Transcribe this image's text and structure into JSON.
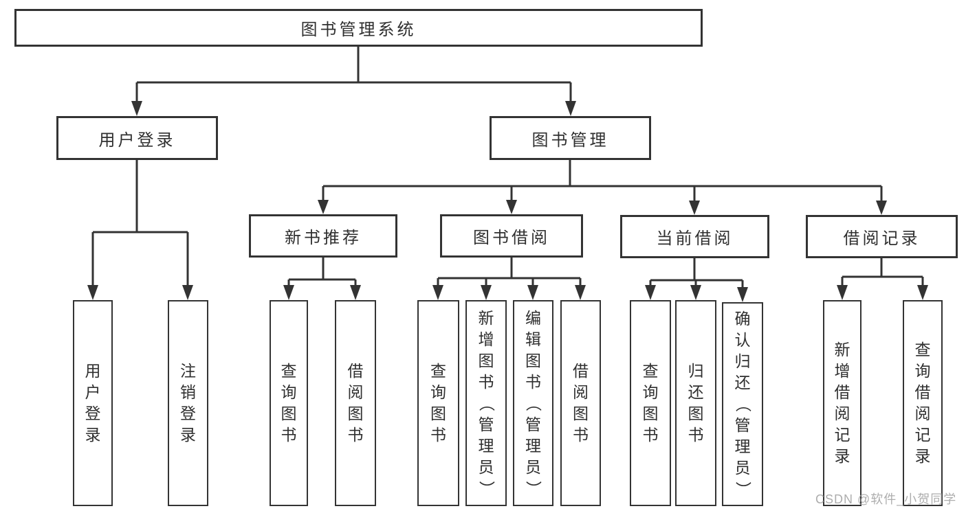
{
  "colors": {
    "line": "#333333",
    "text": "#2f2f2f",
    "background": "#ffffff",
    "watermark": "#a5a5a5"
  },
  "watermark": "CSDN @软件_小贺同学",
  "tree": {
    "label": "图书管理系统",
    "children": [
      {
        "label": "用户登录",
        "children": [
          {
            "label": "用户登录"
          },
          {
            "label": "注销登录"
          }
        ]
      },
      {
        "label": "图书管理",
        "children": [
          {
            "label": "新书推荐",
            "children": [
              {
                "label": "查询图书"
              },
              {
                "label": "借阅图书"
              }
            ]
          },
          {
            "label": "图书借阅",
            "children": [
              {
                "label": "查询图书"
              },
              {
                "label": "新增图书（管理员）"
              },
              {
                "label": "编辑图书（管理员）"
              },
              {
                "label": "借阅图书"
              }
            ]
          },
          {
            "label": "当前借阅",
            "children": [
              {
                "label": "查询图书"
              },
              {
                "label": "归还图书"
              },
              {
                "label": "确认归还（管理员）"
              }
            ]
          },
          {
            "label": "借阅记录",
            "children": [
              {
                "label": "新增借阅记录"
              },
              {
                "label": "查询借阅记录"
              }
            ]
          }
        ]
      }
    ]
  }
}
